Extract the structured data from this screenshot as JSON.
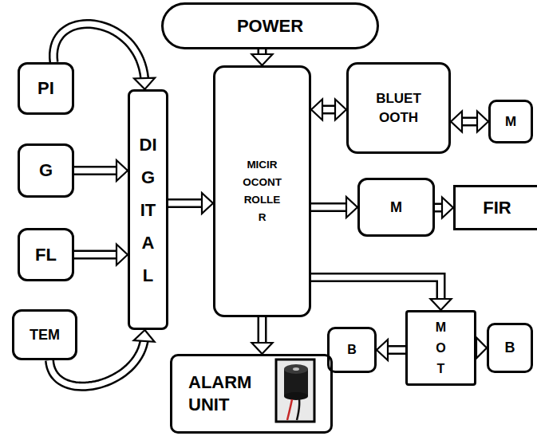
{
  "diagram": {
    "nodes": [
      {
        "text": [
          "POWER"
        ]
      },
      {
        "text": [
          "PI"
        ]
      },
      {
        "text": [
          "G"
        ]
      },
      {
        "text": [
          "FL"
        ]
      },
      {
        "text": [
          "TEM"
        ]
      },
      {
        "text": [
          "DIGITAL"
        ]
      },
      {
        "text": [
          "MICIR OCONT ROLLE R"
        ]
      },
      {
        "text": [
          "BLUET OOTH"
        ]
      },
      {
        "text": [
          "M"
        ]
      },
      {
        "text": [
          "M"
        ]
      },
      {
        "text": [
          "FIR"
        ]
      },
      {
        "text": [
          "B"
        ]
      },
      {
        "text": [
          "MOT"
        ]
      },
      {
        "text": [
          "B"
        ]
      },
      {
        "text": [
          "ALARM UNIT"
        ]
      }
    ],
    "edges": [
      {
        "from": 1,
        "to": 5,
        "arrow": "to"
      },
      {
        "from": 2,
        "to": 5,
        "arrow": "to"
      },
      {
        "from": 3,
        "to": 5,
        "arrow": "to"
      },
      {
        "from": 4,
        "to": 5,
        "arrow": "to"
      },
      {
        "from": 5,
        "to": 6,
        "arrow": "to"
      },
      {
        "from": 0,
        "to": 6,
        "arrow": "to"
      },
      {
        "from": 6,
        "to": 7,
        "arrow": "both"
      },
      {
        "from": 7,
        "to": 8,
        "arrow": "both"
      },
      {
        "from": 6,
        "to": 9,
        "arrow": "to"
      },
      {
        "from": 9,
        "to": 10,
        "arrow": "to"
      },
      {
        "from": 6,
        "to": 12,
        "arrow": "to"
      },
      {
        "from": 12,
        "to": 11,
        "arrow": "to"
      },
      {
        "from": 12,
        "to": 13,
        "arrow": "to"
      },
      {
        "from": 6,
        "to": 14,
        "arrow": "to"
      }
    ]
  }
}
